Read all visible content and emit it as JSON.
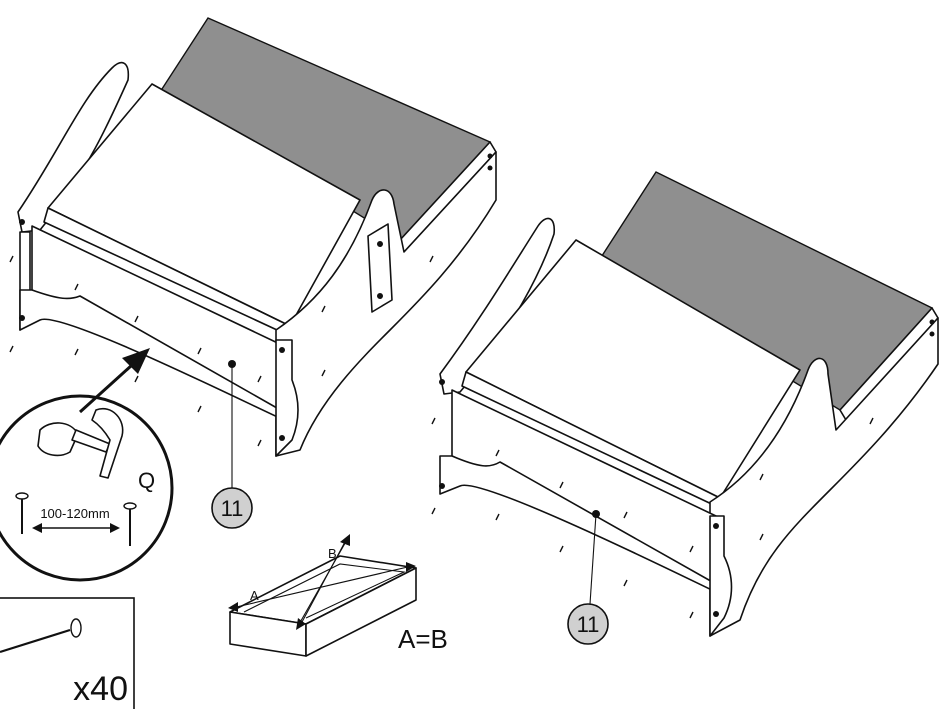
{
  "callouts": {
    "part_left": "11",
    "part_right": "11"
  },
  "tool": {
    "label": "Q",
    "nail_length": "100-120mm"
  },
  "diagonal": {
    "a_label": "A",
    "b_label": "B",
    "equation": "A=B"
  },
  "hardware": {
    "quantity": "x40"
  },
  "colors": {
    "line": "#111111",
    "panel_grey": "#8f8f8f",
    "callout_fill": "#d0d0d0"
  }
}
